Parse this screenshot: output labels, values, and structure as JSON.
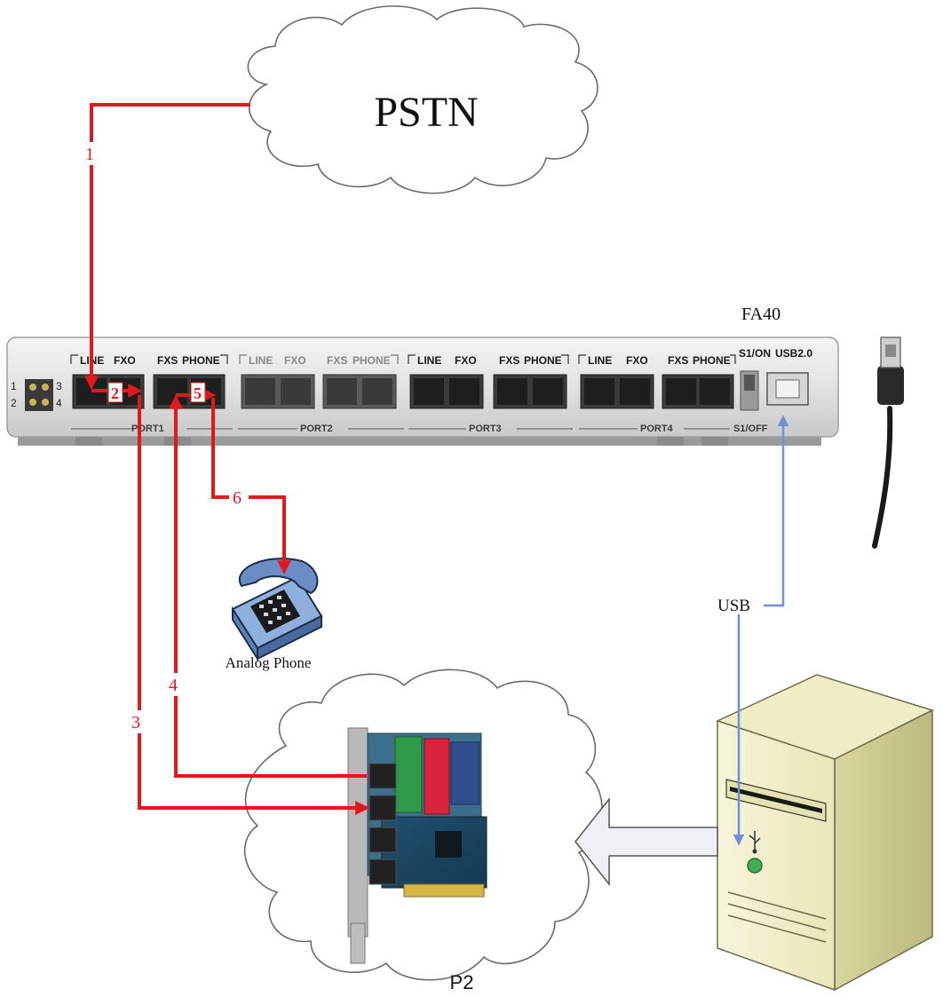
{
  "labels": {
    "pstn": "PSTN",
    "device": "FA40",
    "analog_phone": "Analog Phone",
    "usb": "USB",
    "card": "P2"
  },
  "steps": [
    "1",
    "2",
    "3",
    "4",
    "5",
    "6"
  ],
  "panel": {
    "led_numbers": [
      "1",
      "2",
      "3",
      "4"
    ],
    "ports": [
      {
        "name": "PORT1",
        "line": "LINE",
        "fxo": "FXO",
        "fxs": "FXS",
        "phone": "PHONE"
      },
      {
        "name": "PORT2",
        "line": "LINE",
        "fxo": "FXO",
        "fxs": "FXS",
        "phone": "PHONE"
      },
      {
        "name": "PORT3",
        "line": "LINE",
        "fxo": "FXO",
        "fxs": "FXS",
        "phone": "PHONE"
      },
      {
        "name": "PORT4",
        "line": "LINE",
        "fxo": "FXO",
        "fxs": "FXS",
        "phone": "PHONE"
      }
    ],
    "switch_on": "S1/ON",
    "switch_off": "S1/OFF",
    "usb_port": "USB2.0"
  },
  "colors": {
    "connection": "#e0191e",
    "usb_link": "#6f8fd8",
    "device_body": "#e6e6e6",
    "computer_body": "#f3f1cf"
  }
}
